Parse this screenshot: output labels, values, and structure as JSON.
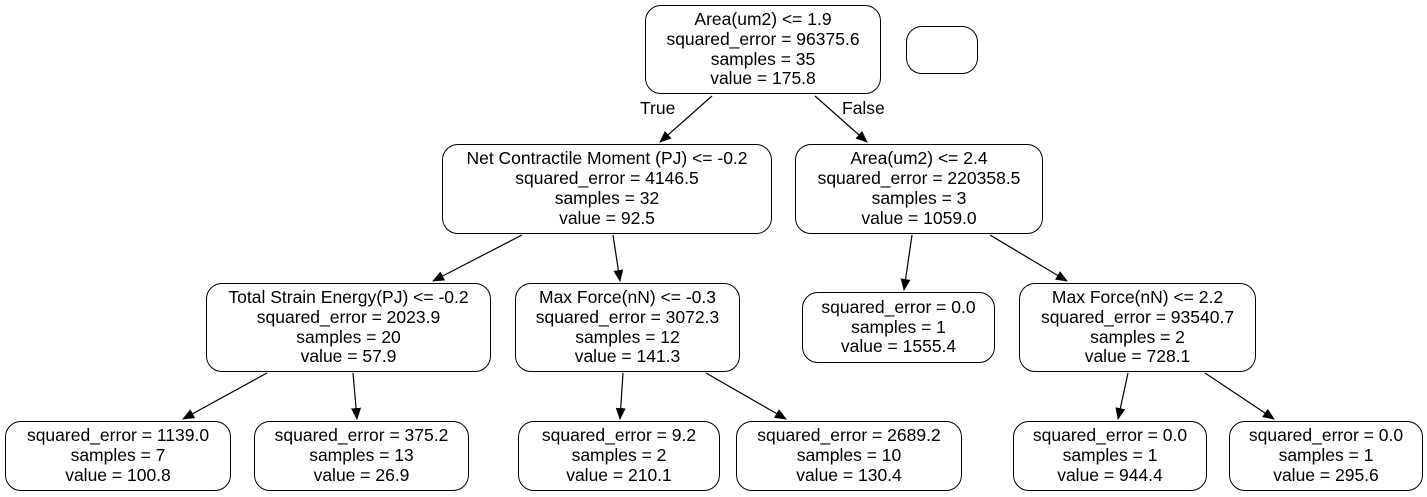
{
  "nodes": [
    {
      "id": "n0",
      "lines": [
        "Area(um2) <= 1.9",
        "squared_error = 96375.6",
        "samples = 35",
        "value = 175.8"
      ]
    },
    {
      "id": "n1",
      "lines": [
        "Net Contractile Moment (PJ) <= -0.2",
        "squared_error = 4146.5",
        "samples = 32",
        "value = 92.5"
      ]
    },
    {
      "id": "n2",
      "lines": [
        "Total Strain Energy(PJ) <= -0.2",
        "squared_error = 2023.9",
        "samples = 20",
        "value = 57.9"
      ]
    },
    {
      "id": "n3",
      "lines": [
        "squared_error = 1139.0",
        "samples = 7",
        "value = 100.8"
      ]
    },
    {
      "id": "n4",
      "lines": [
        "squared_error = 375.2",
        "samples = 13",
        "value = 26.9"
      ]
    },
    {
      "id": "n5",
      "lines": [
        "Max Force(nN) <= -0.3",
        "squared_error = 3072.3",
        "samples = 12",
        "value = 141.3"
      ]
    },
    {
      "id": "n6",
      "lines": [
        "squared_error = 9.2",
        "samples = 2",
        "value = 210.1"
      ]
    },
    {
      "id": "n7",
      "lines": [
        "squared_error = 2689.2",
        "samples = 10",
        "value = 130.4"
      ]
    },
    {
      "id": "n8",
      "lines": [
        "Area(um2) <= 2.4",
        "squared_error = 220358.5",
        "samples = 3",
        "value = 1059.0"
      ]
    },
    {
      "id": "n9",
      "lines": [
        "squared_error = 0.0",
        "samples = 1",
        "value = 1555.4"
      ]
    },
    {
      "id": "n10",
      "lines": [
        "Max Force(nN) <= 2.2",
        "squared_error = 93540.7",
        "samples = 2",
        "value = 728.1"
      ]
    },
    {
      "id": "n11",
      "lines": [
        "squared_error = 0.0",
        "samples = 1",
        "value = 944.4"
      ]
    },
    {
      "id": "n12",
      "lines": [
        "squared_error = 0.0",
        "samples = 1",
        "value = 295.6"
      ]
    },
    {
      "id": "legend",
      "lines": []
    }
  ],
  "edges": [
    {
      "from": "n0",
      "to": "n1",
      "label": "True"
    },
    {
      "from": "n0",
      "to": "n8",
      "label": "False"
    },
    {
      "from": "n1",
      "to": "n2",
      "label": ""
    },
    {
      "from": "n1",
      "to": "n5",
      "label": ""
    },
    {
      "from": "n2",
      "to": "n3",
      "label": ""
    },
    {
      "from": "n2",
      "to": "n4",
      "label": ""
    },
    {
      "from": "n5",
      "to": "n6",
      "label": ""
    },
    {
      "from": "n5",
      "to": "n7",
      "label": ""
    },
    {
      "from": "n8",
      "to": "n9",
      "label": ""
    },
    {
      "from": "n8",
      "to": "n10",
      "label": ""
    },
    {
      "from": "n10",
      "to": "n11",
      "label": ""
    },
    {
      "from": "n10",
      "to": "n12",
      "label": ""
    }
  ],
  "colors": {
    "stroke": "#000000",
    "fill": "#ffffff",
    "text": "#000000"
  }
}
